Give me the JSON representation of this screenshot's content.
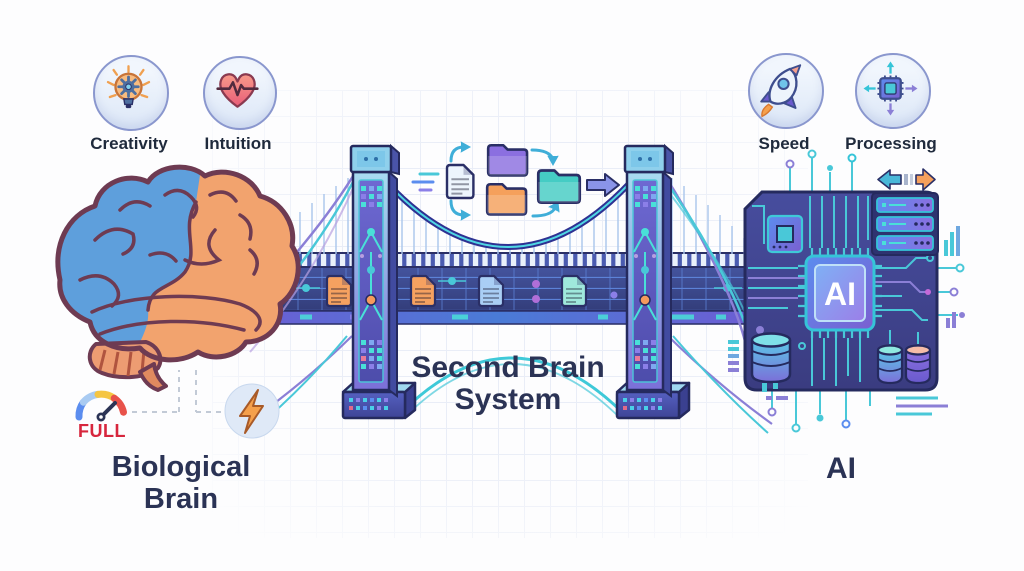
{
  "features_left": [
    {
      "label": "Creativity",
      "icon": "lightbulb-gear-icon"
    },
    {
      "label": "Intuition",
      "icon": "heart-pulse-icon"
    }
  ],
  "features_right": [
    {
      "label": "Speed",
      "icon": "rocket-icon"
    },
    {
      "label": "Processing",
      "icon": "chip-arrows-icon"
    }
  ],
  "center": {
    "title_line1": "Second Brain",
    "title_line2": "System"
  },
  "left": {
    "label_line1": "Biological",
    "label_line2": "Brain",
    "gauge_label": "FULL"
  },
  "right": {
    "label": "AI"
  },
  "board": {
    "chip_label": "AI"
  },
  "colors": {
    "text_navy": "#2B3355",
    "accent_teal": "#3EC9D8",
    "accent_purple": "#8B7FD6",
    "accent_orange": "#F5A05C",
    "board_navy": "#3E4086",
    "gauge_red": "#D7263D",
    "brain_blue": "#5E9FDC",
    "brain_orange": "#F2A36E"
  }
}
